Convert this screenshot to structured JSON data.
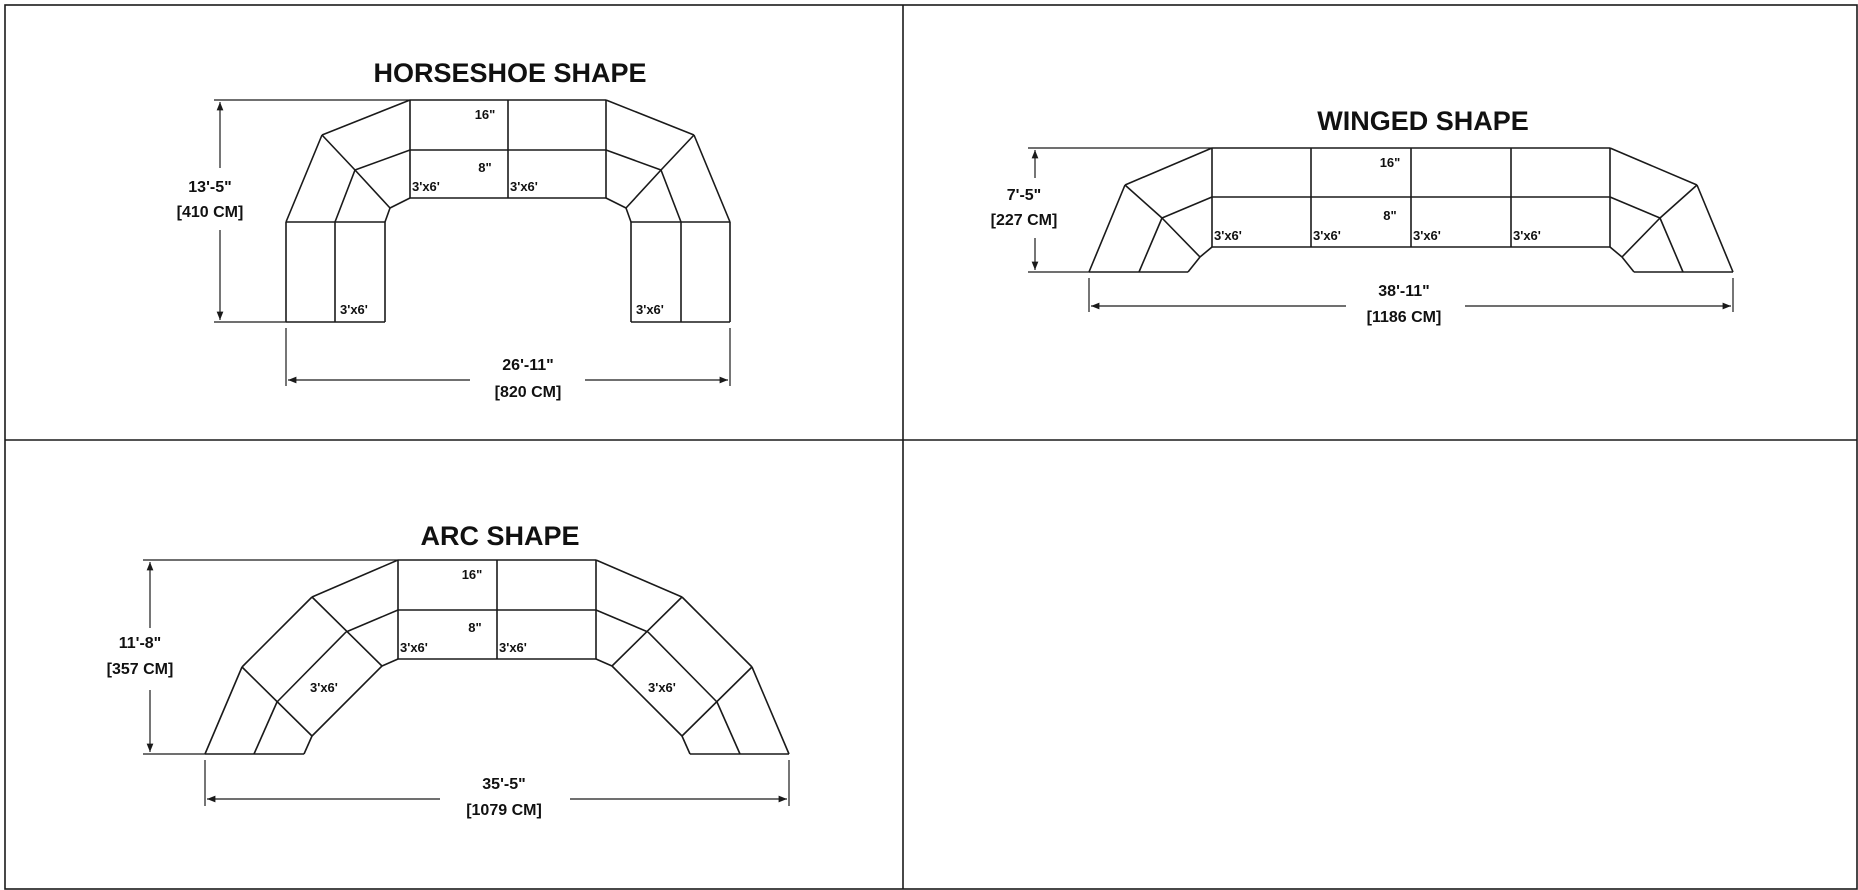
{
  "panels": {
    "horseshoe": {
      "title": "HORSESHOE SHAPE",
      "height_ft": "13'-5\"",
      "height_cm": "[410 CM]",
      "width_ft": "26'-11\"",
      "width_cm": "[820 CM]",
      "step_top": "16\"",
      "step_mid": "8\"",
      "riser_labels": [
        "3'x6'",
        "3'x6'",
        "3'x6'",
        "3'x6'"
      ]
    },
    "winged": {
      "title": "WINGED SHAPE",
      "height_ft": "7'-5\"",
      "height_cm": "[227 CM]",
      "width_ft": "38'-11\"",
      "width_cm": "[1186 CM]",
      "step_top": "16\"",
      "step_mid": "8\"",
      "riser_labels": [
        "3'x6'",
        "3'x6'",
        "3'x6'",
        "3'x6'"
      ]
    },
    "arc": {
      "title": "ARC SHAPE",
      "height_ft": "11'-8\"",
      "height_cm": "[357 CM]",
      "width_ft": "35'-5\"",
      "width_cm": "[1079 CM]",
      "step_top": "16\"",
      "step_mid": "8\"",
      "riser_labels": [
        "3'x6'",
        "3'x6'",
        "3'x6'",
        "3'x6'"
      ]
    }
  },
  "colors": {
    "line": "#1a1a1a",
    "background": "#ffffff"
  }
}
